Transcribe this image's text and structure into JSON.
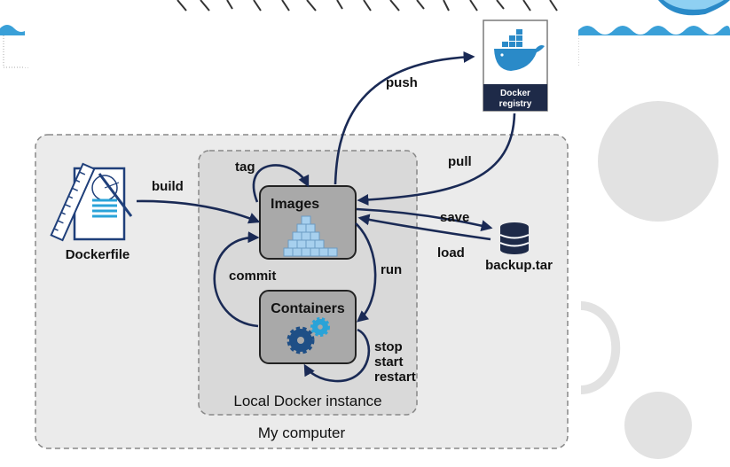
{
  "diagram": {
    "regions": {
      "my_computer": "My computer",
      "local_docker": "Local Docker instance"
    },
    "nodes": {
      "dockerfile": "Dockerfile",
      "images": "Images",
      "containers": "Containers",
      "registry_line1": "Docker",
      "registry_line2": "registry",
      "backup": "backup.tar"
    },
    "edges": {
      "build": "build",
      "tag": "tag",
      "push": "push",
      "pull": "pull",
      "save": "save",
      "load": "load",
      "run": "run",
      "commit": "commit",
      "stop": "stop",
      "start": "start",
      "restart": "restart"
    }
  },
  "colors": {
    "arrow": "#1a2a55",
    "box_fill": "#a9a9a9",
    "region_fill": "#ebebeb",
    "registry_dark": "#1e2a48",
    "docker_blue": "#2a8ac8",
    "cube_blue": "#a7d0ee",
    "wave_blue": "#3aa0d8",
    "gear_dark": "#1f4f86",
    "gear_light": "#2aa3d8"
  },
  "icons": [
    "docker-whale-icon",
    "dockerfile-blueprint-icon",
    "cube-pyramid-icon",
    "gears-icon",
    "database-icon"
  ]
}
